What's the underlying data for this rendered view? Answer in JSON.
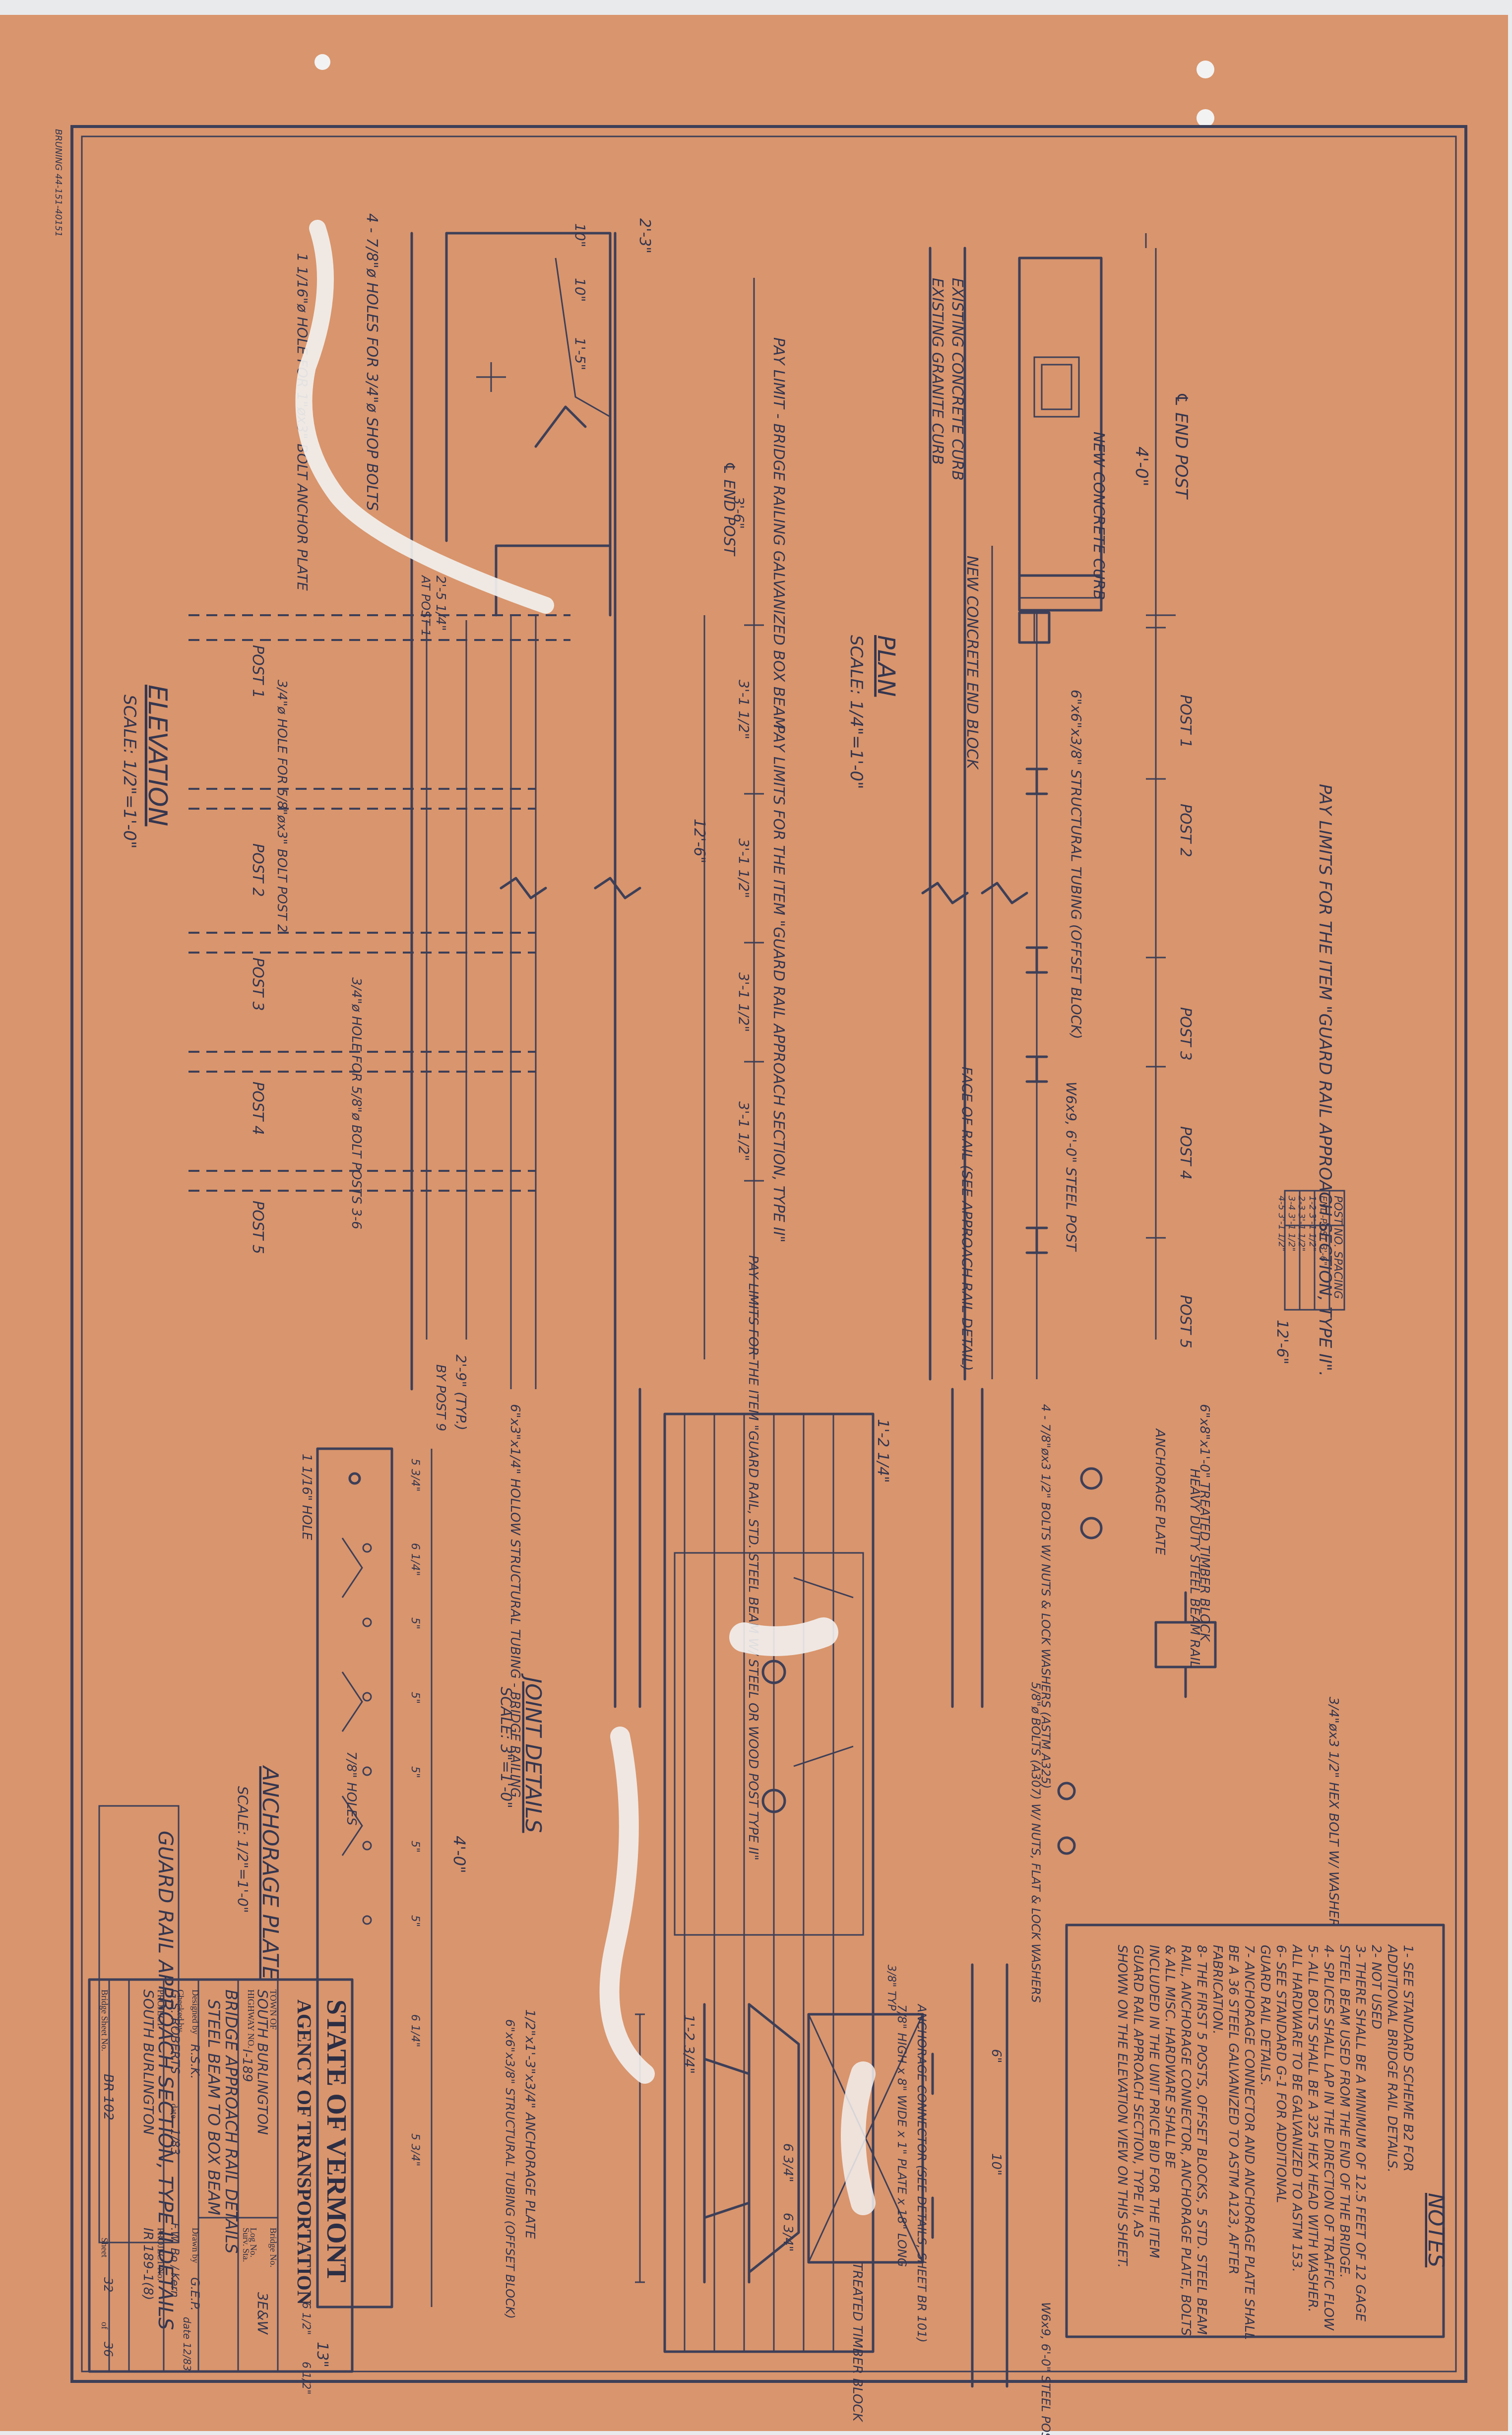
{
  "stamp": "BRUNING 44-151-40151",
  "notes": {
    "title": "NOTES",
    "items": [
      "1- SEE STANDARD SCHEME B2 FOR",
      "   ADDITIONAL BRIDGE RAIL DETAILS.",
      "2- NOT USED",
      "3- THERE SHALL BE A MINIMUM OF 12.5 FEET OF 12 GAGE",
      "   STEEL BEAM USED FROM THE END OF THE BRIDGE.",
      "4- SPLICES SHALL LAP IN THE DIRECTION OF TRAFFIC FLOW",
      "5- ALL BOLTS SHALL BE A 325 HEX HEAD WITH WASHER.",
      "   ALL HARDWARE TO BE GALVANIZED TO ASTM 153.",
      "6- SEE STANDARD G-1 FOR ADDITIONAL",
      "   GUARD RAIL DETAILS.",
      "7- ANCHORAGE CONNECTOR AND ANCHORAGE PLATE SHALL",
      "   BE A 36 STEEL GALVANIZED TO ASTM A123, AFTER",
      "   FABRICATION.",
      "8- THE FIRST 5 POSTS, OFFSET BLOCKS, 5 STD. STEEL BEAM",
      "   RAIL, ANCHORAGE CONNECTOR, ANCHORAGE PLATE, BOLTS",
      "   & ALL MISC. HARDWARE SHALL BE",
      "   INCLUDED IN THE UNIT PRICE BID FOR THE ITEM",
      "   GUARD RAIL APPROACH SECTION, TYPE II, AS",
      "   SHOWN ON THE ELEVATION VIEW ON THIS SHEET."
    ]
  },
  "plan": {
    "title": "PLAN",
    "scale": "SCALE: 1/4\"=1'-0\"",
    "labels": {
      "end_post": "℄ END POST",
      "dim_end": "4'-0\"",
      "new_curb": "NEW CONCRETE CURB",
      "existing_curb": "EXISTING CONCRETE CURB",
      "granite_curb": "EXISTING GRANITE CURB",
      "end_block": "NEW CONCRETE END BLOCK",
      "tubing": "6\"x6\"x3/8\" STRUCTURAL TUBING (OFFSET BLOCK)",
      "face_of_rail": "FACE OF RAIL (SEE APPROACH RAIL DETAIL)",
      "steel_post": "W6x9, 6'-0\" STEEL POST",
      "posts": [
        "POST 1",
        "POST 2",
        "POST 3",
        "POST 4",
        "POST 5"
      ],
      "pay_limits": "PAY LIMITS FOR THE ITEM \"GUARD RAIL APPROACH SECTION, TYPE II\"."
    }
  },
  "spacing_table": {
    "header": "POST NO. SPACING",
    "rows": [
      "END-POST 3'-6\"",
      "1-2 3'-1 1/2\"",
      "2-3 3'-1 1/2\"",
      "3-4 3'-1 1/2\"",
      "4-5 3'-1 1/2\""
    ],
    "total": "12'-6\""
  },
  "elevation": {
    "title": "ELEVATION",
    "scale": "SCALE: 1/2\"=1'-0\"",
    "labels": {
      "holes": "4 - 7/8\"ø HOLES FOR 3/4\"ø SHOP BOLTS",
      "hole_anchor": "1 1/16\"ø HOLE FOR 1\"øx3\" BOLT ANCHOR PLATE",
      "dims_top": [
        "2'-3\"",
        "10\"",
        "10\"",
        "1'-5\""
      ],
      "dims": [
        "2'-5 1/4\"",
        "3'-6\"",
        "3'-1 1/2\"",
        "3'-1 1/2\"",
        "3'-1 1/2\"",
        "3'-1 1/2\"",
        "12'-6\"",
        "2'-9\" (TYP.)"
      ],
      "pay_limit_bridge": "PAY LIMIT - BRIDGE RAILING GALVANIZED BOX BEAM",
      "end_post": "℄ END POST",
      "pay_limits_item": "PAY LIMITS FOR THE ITEM \"GUARD RAIL APPROACH SECTION, TYPE II\"",
      "pay_limits_std": "PAY LIMITS FOR THE ITEM \"GUARD RAIL, STD. STEEL BEAM W/ STEEL OR WOOD POST TYPE II\"",
      "post1_hole": "3/4\"ø HOLE FOR 5/8\"øx3\" BOLT POST 2",
      "post_hole2": "3/4\"ø HOLE FOR 5/8\"ø BOLT POSTS 3-6",
      "by_post": "BY POST 9",
      "at_post": "AT POST 1",
      "posts": [
        "POST 1",
        "POST 2",
        "POST 3",
        "POST 4",
        "POST 5"
      ]
    }
  },
  "joint": {
    "title": "JOINT DETAILS",
    "scale": "SCALE: 3\"=1'-0\"",
    "labels": {
      "timber": "6\"x8\"x1'-0\" TREATED TIMBER BLOCK",
      "plate": "ANCHORAGE PLATE",
      "heavy_rail": "HEAVY DUTY STEEL BEAM RAIL",
      "bolts": "4 - 7/8\"øx3 1/2\" BOLTS W/ NUTS & LOCK WASHERS (ASTM A325)",
      "bolts2": "5/8\"ø BOLTS (A307) W/ NUTS, FLAT & LOCK WASHERS",
      "tubing": "6\"x3\"x1/4\" HOLLOW STRUCTURAL TUBING - BRIDGE RAILING",
      "dim_w": "1'-2 1/4\"",
      "hex": "3/4\"øx3 1/2\" HEX BOLT W/ WASHER"
    }
  },
  "anchorage": {
    "title": "ANCHORAGE PLATE",
    "scale": "SCALE: 1/2\"=1'-0\"",
    "labels": {
      "length": "4'-0\"",
      "width": "13\"",
      "hole": "1 1/16\" HOLE",
      "holes": "7/8\" HOLES",
      "spacing": [
        "5 3/4\"",
        "6 1/4\"",
        "5\"",
        "5\"",
        "5\"",
        "5\"",
        "5\"",
        "6 1/4\"",
        "5 3/4\""
      ],
      "side": [
        "6 1/2\"",
        "6 1/2\""
      ]
    }
  },
  "section": {
    "labels": {
      "plate": "1/2\"x1'-3\"x3/4\" ANCHORAGE PLATE",
      "tubing": "6\"x6\"x3/8\" STRUCTURAL TUBING (OFFSET BLOCK)",
      "dim_top": "1'-2 3/4\"",
      "dim_a": "6 3/4\"",
      "dim_b": "6 3/4\"",
      "dim_post": "10\"",
      "dim_edge": "6\"",
      "treated": "TREATED TIMBER BLOCK",
      "connector": "ANCHORAGE CONNECTOR (SEE DETAILS, SHEET BR 101)",
      "connector2": "7/8\" HIGH x 8\" WIDE x 1\" PLATE x 18\" LONG",
      "post": "W6x9, 6'-0\" STEEL POST",
      "r": "3/8\" TYP"
    }
  },
  "sheet_title": "GUARD RAIL APPROACH SECTION, TYPE II DETAILS",
  "title_block": {
    "state": "STATE OF VERMONT",
    "agency": "AGENCY OF TRANSPORTATION",
    "town_label": "TOWN OF",
    "town": "SOUTH BURLINGTON",
    "bridge_label": "Bridge No.",
    "bridge_no": "3E&W",
    "highway_label": "HIGHWAY NO.",
    "highway": "I-189",
    "log_label": "Log No.",
    "survey_label": "Surv. Sta.",
    "title1": "BRIDGE APPROACH RAIL DETAILS",
    "title2": "STEEL BEAM TO BOX BEAM",
    "designed_label": "Designed by",
    "designed": "R.S.K.",
    "drawn_label": "Drawn by",
    "drawn": "G.E.P.",
    "checked_label": "Checked by",
    "checked": "G.S. ROBERTS",
    "date_label": "date",
    "date": "1/83",
    "engineer": "F.W. Bo / Kern",
    "date2": "date 12/83",
    "project_label": "PROJECT",
    "project": "SOUTH BURLINGTON",
    "project_no_label": "PROJECT No.",
    "project_no": "IR 189-1(8)",
    "sheet_label": "Bridge Sheet No.",
    "sheet": "BR 102",
    "sheet_no_label": "Sheet",
    "sheet_no": "32",
    "of_label": "of",
    "of": "36"
  }
}
